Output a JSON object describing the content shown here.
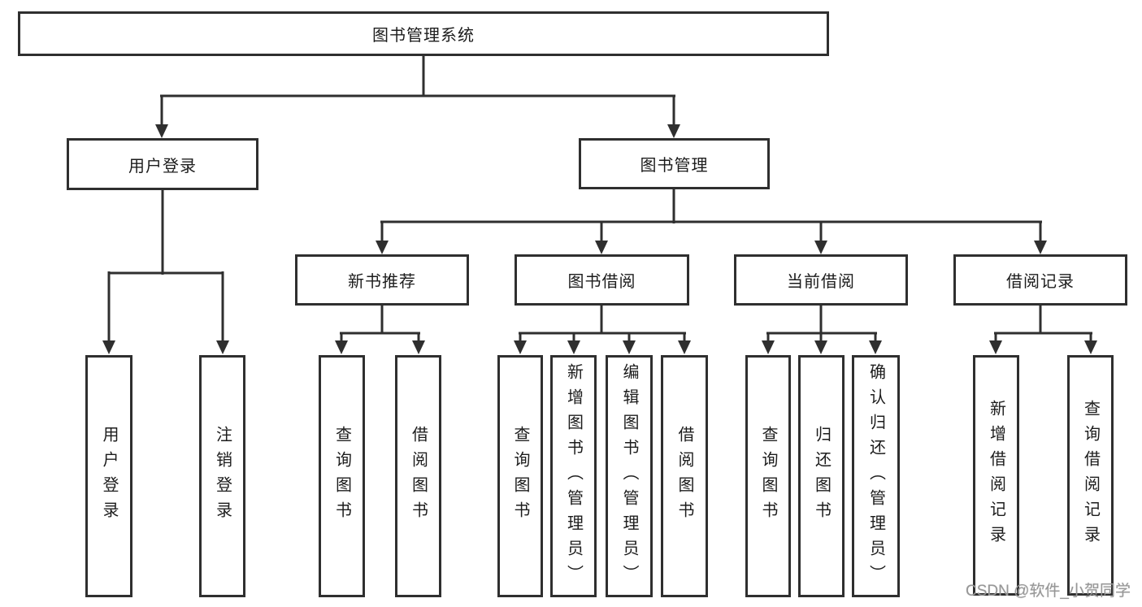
{
  "diagram_title": "图书管理系统",
  "watermark": "CSDN @软件_小贺同学",
  "colors": {
    "line": "#2f2f2f",
    "box_border": "#2f2f2f",
    "text": "#1c1c1c",
    "watermark": "#979797",
    "background": "#ffffff"
  },
  "nodes": {
    "root": {
      "label": "图书管理系统"
    },
    "user_login": {
      "label": "用户登录"
    },
    "book_mgmt": {
      "label": "图书管理"
    },
    "leaf_user_login": {
      "label": "用户登录"
    },
    "leaf_logout": {
      "label": "注销登录"
    },
    "new_book_rec": {
      "label": "新书推荐"
    },
    "book_borrow": {
      "label": "图书借阅"
    },
    "current_borrow": {
      "label": "当前借阅"
    },
    "borrow_record": {
      "label": "借阅记录"
    },
    "nbr_query_book": {
      "label": "查询图书"
    },
    "nbr_borrow_book": {
      "label": "借阅图书"
    },
    "bb_query_book": {
      "label": "查询图书"
    },
    "bb_add_book": {
      "label": "新增图书（管理员）"
    },
    "bb_edit_book": {
      "label": "编辑图书（管理员）"
    },
    "bb_borrow_book": {
      "label": "借阅图书"
    },
    "cb_query_book": {
      "label": "查询图书"
    },
    "cb_return_book": {
      "label": "归还图书"
    },
    "cb_confirm_return": {
      "label": "确认归还（管理员）"
    },
    "br_add_record": {
      "label": "新增借阅记录"
    },
    "br_query_record": {
      "label": "查询借阅记录"
    }
  },
  "hierarchy": {
    "图书管理系统": {
      "用户登录": [
        "用户登录",
        "注销登录"
      ],
      "图书管理": {
        "新书推荐": [
          "查询图书",
          "借阅图书"
        ],
        "图书借阅": [
          "查询图书",
          "新增图书（管理员）",
          "编辑图书（管理员）",
          "借阅图书"
        ],
        "当前借阅": [
          "查询图书",
          "归还图书",
          "确认归还（管理员）"
        ],
        "借阅记录": [
          "新增借阅记录",
          "查询借阅记录"
        ]
      }
    }
  }
}
